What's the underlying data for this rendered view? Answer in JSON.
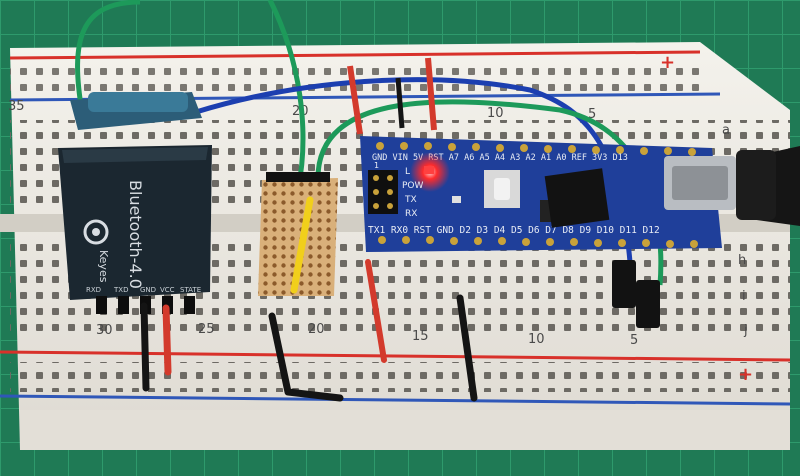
{
  "colors": {
    "mat": "#1f7a55",
    "mat_grid": "#2e9a6c",
    "breadboard": "#ece9e2",
    "rail_red": "#d8312a",
    "rail_blue": "#2f57b8",
    "nano_pcb": "#1f3f9a",
    "bt_module": "#1b2730",
    "bt_top": "#2c5d78",
    "wire_green": "#1d9a5a",
    "wire_blue": "#1c3fb0",
    "wire_red": "#d33a2c",
    "wire_black": "#141414",
    "wire_yellow": "#f1cf1b",
    "perfboard": "#d9b07a",
    "led_red": "#ff2b2b"
  },
  "breadboard": {
    "col_numbers_top": [
      {
        "text": "35"
      },
      {
        "text": "20"
      },
      {
        "text": "10"
      },
      {
        "text": "5"
      }
    ],
    "col_numbers_bottom": [
      {
        "text": "30"
      },
      {
        "text": "25"
      },
      {
        "text": "20"
      },
      {
        "text": "15"
      },
      {
        "text": "10"
      },
      {
        "text": "5"
      }
    ],
    "row_letters": [
      {
        "text": "a"
      },
      {
        "text": "h"
      },
      {
        "text": "i"
      },
      {
        "text": "j"
      }
    ],
    "rail_signs": [
      {
        "text": "+"
      },
      {
        "text": "+"
      }
    ]
  },
  "bluetooth_module": {
    "brand": "Keyes",
    "model": "Bluetooth-4.0",
    "pin_labels": [
      {
        "text": "STATE"
      },
      {
        "text": "GND"
      },
      {
        "text": "VCC"
      },
      {
        "text": "TXD"
      },
      {
        "text": "RXD"
      }
    ]
  },
  "nano": {
    "top_pins": "D13 3V3 REF A0 A1 A2 A3 A4 A5 A6 A7 5V RST GND VIN",
    "top_pins_visible": "GND VIN  5V RST  A7  A6  A5  A4  A3  A2  A1  A0  REF 3V3 D13",
    "bottom_pins_visible": "TX1 RX0 RST GND D2  D3  D4  D5  D6  D7  D8  D9  D10 D11 D12",
    "leds": [
      {
        "text": "L"
      },
      {
        "text": "POW"
      },
      {
        "text": "TX"
      },
      {
        "text": "RX"
      }
    ],
    "icsp_label": "1"
  }
}
